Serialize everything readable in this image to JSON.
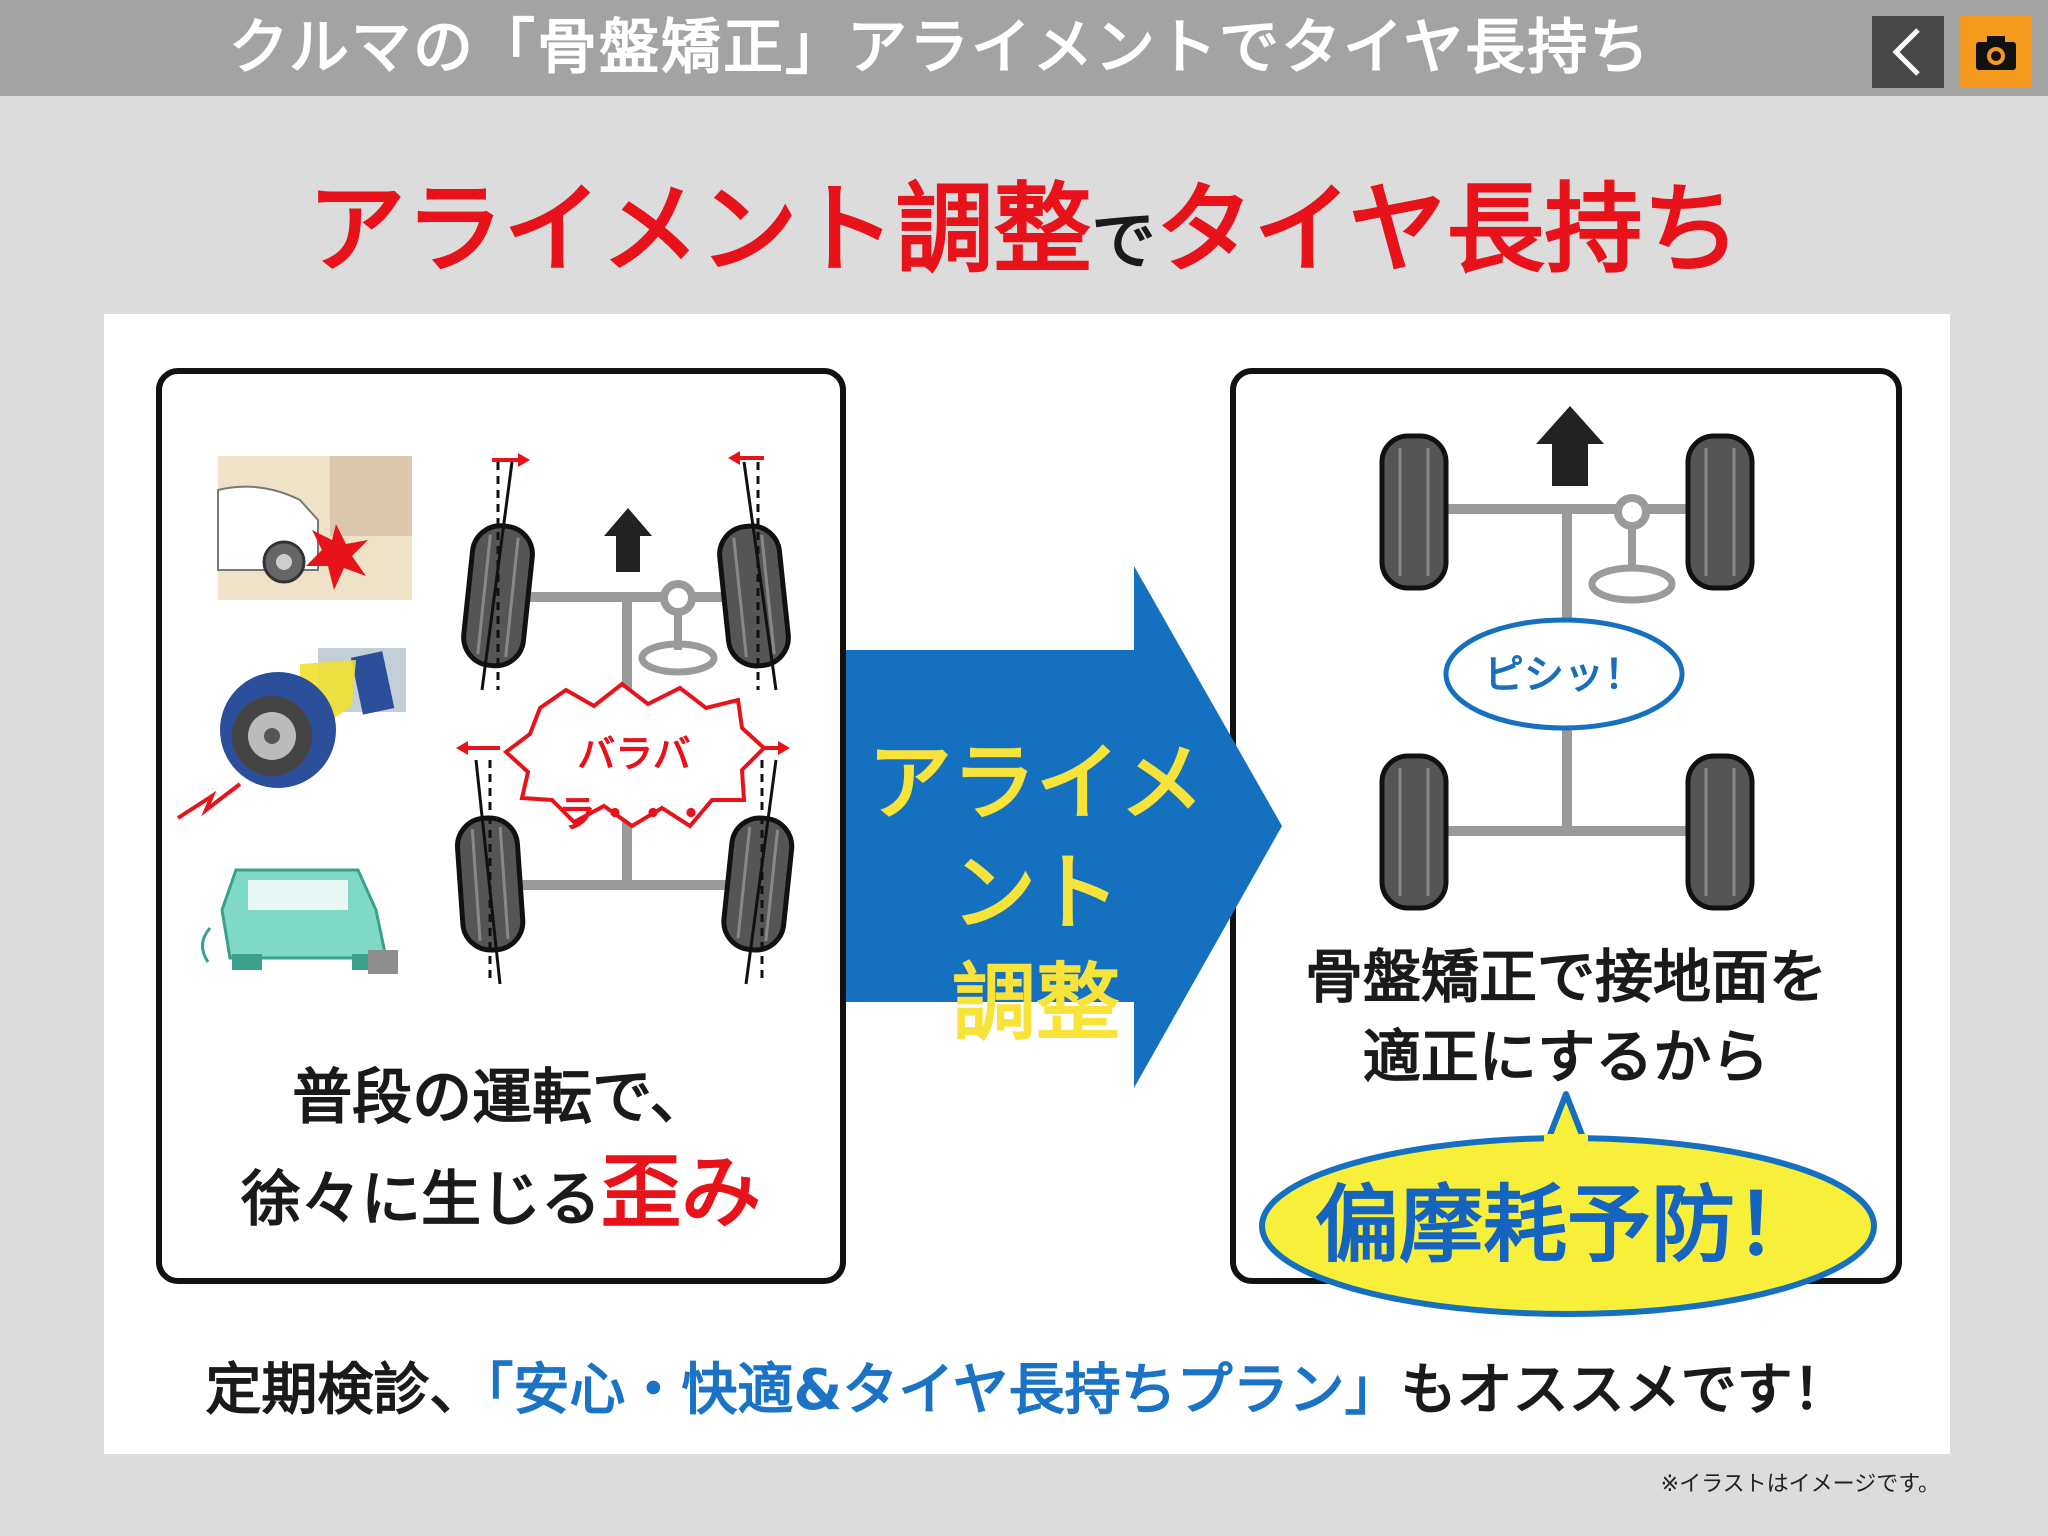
{
  "topbar": {
    "title": "クルマの「骨盤矯正」アライメントでタイヤ長持ち",
    "back_icon": "chevron-left-icon",
    "camera_icon": "camera-icon"
  },
  "headline": {
    "part1": "アライメント調整",
    "part2": "で",
    "part3": "タイヤ長持ち"
  },
  "left_panel": {
    "caption_line1": "普段の運転で、",
    "caption_line2": "徐々に生じる",
    "caption_emphasis": "歪み",
    "burst_label": "バラバラ・・・"
  },
  "arrow": {
    "label_line1": "アライメント",
    "label_line2": "調整"
  },
  "right_panel": {
    "bubble_label": "ピシッ！",
    "caption_line1": "骨盤矯正で接地面を",
    "caption_line2": "適正にするから",
    "callout": "偏摩耗予防！"
  },
  "bottom": {
    "prefix": "定期検診、",
    "plan": "「安心・快適&タイヤ長持ちプラン」",
    "suffix": "もオススメです！"
  },
  "footnote": "※イラストはイメージです。",
  "colors": {
    "accent_red": "#e8131a",
    "arrow_blue": "#1570c0",
    "callout_yellow": "#f7ef3a",
    "camera_orange": "#f39a1f"
  }
}
